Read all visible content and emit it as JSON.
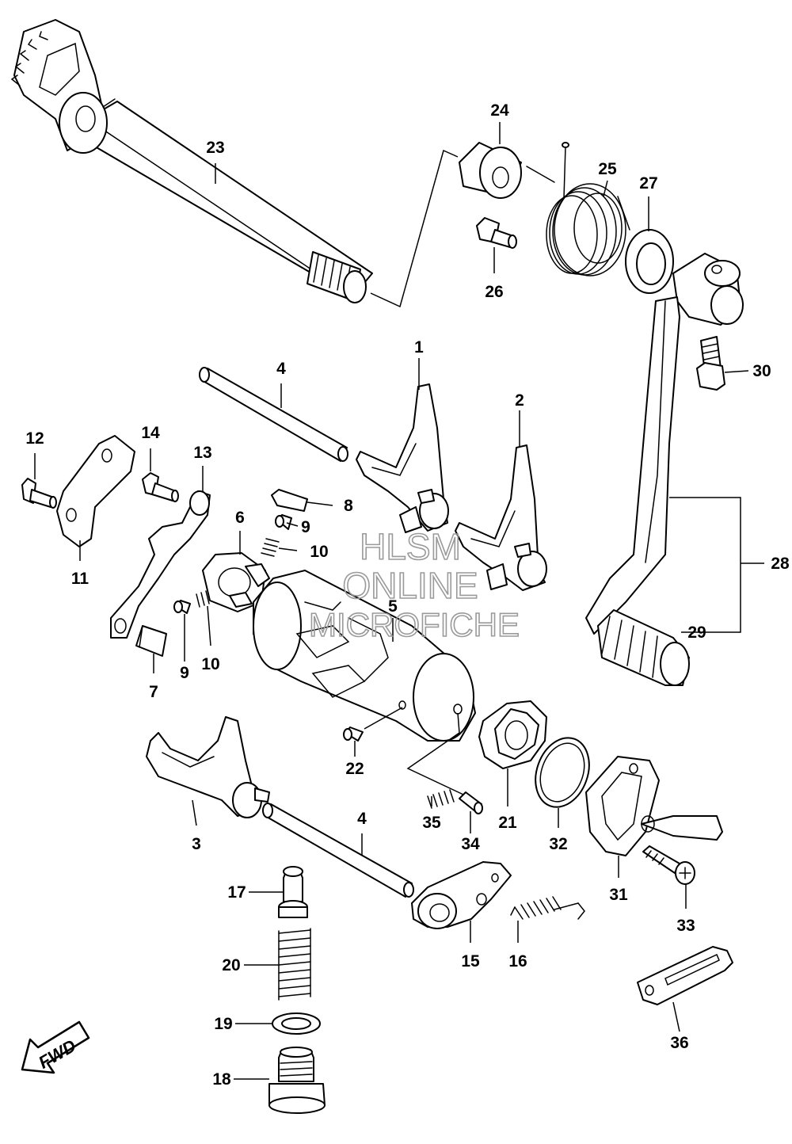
{
  "callouts": [
    "1",
    "2",
    "3",
    "4",
    "4",
    "5",
    "6",
    "7",
    "8",
    "9",
    "9",
    "10",
    "10",
    "11",
    "12",
    "13",
    "14",
    "15",
    "16",
    "17",
    "18",
    "19",
    "20",
    "21",
    "22",
    "23",
    "24",
    "25",
    "26",
    "27",
    "28",
    "29",
    "30",
    "31",
    "32",
    "33",
    "34",
    "35",
    "36"
  ],
  "watermark": {
    "line1": "HLSM",
    "line2": "ONLINE",
    "line3": "MICROFICHE"
  },
  "direction_arrow": {
    "label": "FWD",
    "icon": "fwd-arrow-icon"
  }
}
